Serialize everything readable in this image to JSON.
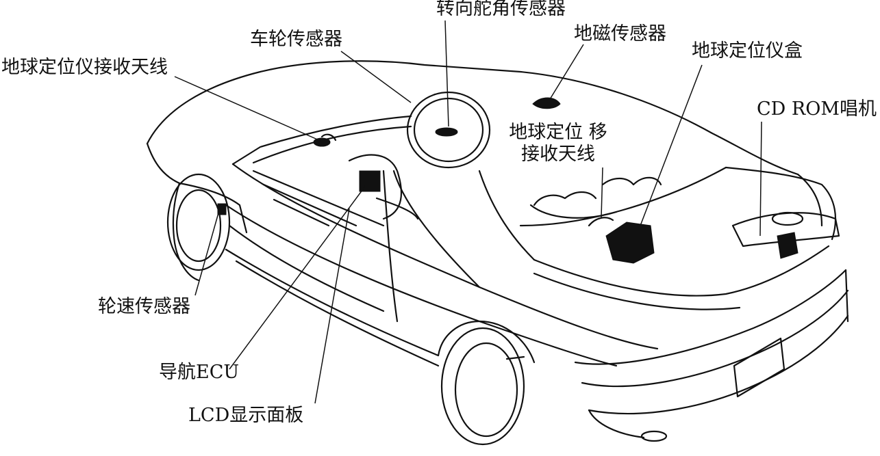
{
  "labels": {
    "steering_sensor": "转向舵角传感器",
    "wheel_sensor": "车轮传感器",
    "geomagnetic_sensor": "地磁传感器",
    "gps_antenna": "地球定位仪接收天线",
    "gps_box": "地球定位仪盒",
    "cd_rom": "CD ROM唱机",
    "gps_mobile_antenna": "地球定位 移接收天线",
    "wheel_speed_sensor": "轮速传感器",
    "nav_ecu": "导航ECU",
    "lcd_panel": "LCD显示面板"
  },
  "colors": {
    "line": "#111111",
    "background": "#ffffff"
  }
}
